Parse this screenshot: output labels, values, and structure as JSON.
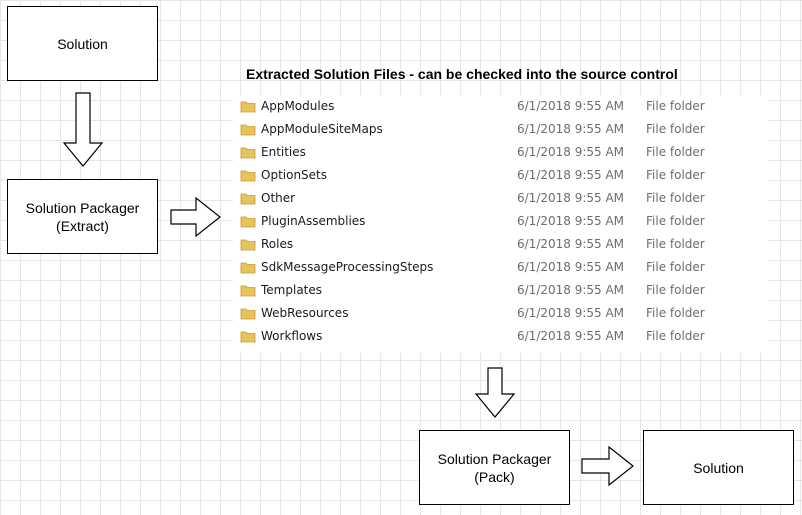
{
  "boxes": {
    "solution_top": "Solution",
    "extract": "Solution Packager\n(Extract)",
    "pack": "Solution Packager\n(Pack)",
    "solution_bottom": "Solution"
  },
  "explorer": {
    "title": "Extracted Solution Files - can be checked into the source control",
    "items": [
      {
        "name": "AppModules",
        "date": "6/1/2018 9:55 AM",
        "type": "File folder",
        "icon": "folder-icon"
      },
      {
        "name": "AppModuleSiteMaps",
        "date": "6/1/2018 9:55 AM",
        "type": "File folder",
        "icon": "folder-icon"
      },
      {
        "name": "Entities",
        "date": "6/1/2018 9:55 AM",
        "type": "File folder",
        "icon": "folder-icon"
      },
      {
        "name": "OptionSets",
        "date": "6/1/2018 9:55 AM",
        "type": "File folder",
        "icon": "folder-icon"
      },
      {
        "name": "Other",
        "date": "6/1/2018 9:55 AM",
        "type": "File folder",
        "icon": "folder-icon"
      },
      {
        "name": "PluginAssemblies",
        "date": "6/1/2018 9:55 AM",
        "type": "File folder",
        "icon": "folder-icon"
      },
      {
        "name": "Roles",
        "date": "6/1/2018 9:55 AM",
        "type": "File folder",
        "icon": "folder-icon"
      },
      {
        "name": "SdkMessageProcessingSteps",
        "date": "6/1/2018 9:55 AM",
        "type": "File folder",
        "icon": "folder-icon"
      },
      {
        "name": "Templates",
        "date": "6/1/2018 9:55 AM",
        "type": "File folder",
        "icon": "folder-icon"
      },
      {
        "name": "WebResources",
        "date": "6/1/2018 9:55 AM",
        "type": "File folder",
        "icon": "folder-icon"
      },
      {
        "name": "Workflows",
        "date": "6/1/2018 9:55 AM",
        "type": "File folder",
        "icon": "folder-icon"
      }
    ]
  },
  "colors": {
    "folder": "#e8c25a",
    "folder_dark": "#c99a2e",
    "secondary_text": "#6d6d6d",
    "grid": "#e6e6e6"
  }
}
